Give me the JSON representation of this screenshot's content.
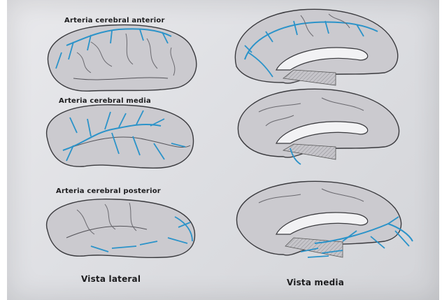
{
  "labels": {
    "anterior": "Arteria cerebral anterior",
    "media": "Arteria cerebral media",
    "posterior": "Arteria cerebral posterior",
    "lateral": "Vista lateral",
    "medial": "Vista media"
  },
  "colors": {
    "artery": "#2b93c9",
    "brain_fill": "#c9c8cc",
    "brain_outline": "#3a3a3e",
    "page": "#e3e4e8"
  }
}
